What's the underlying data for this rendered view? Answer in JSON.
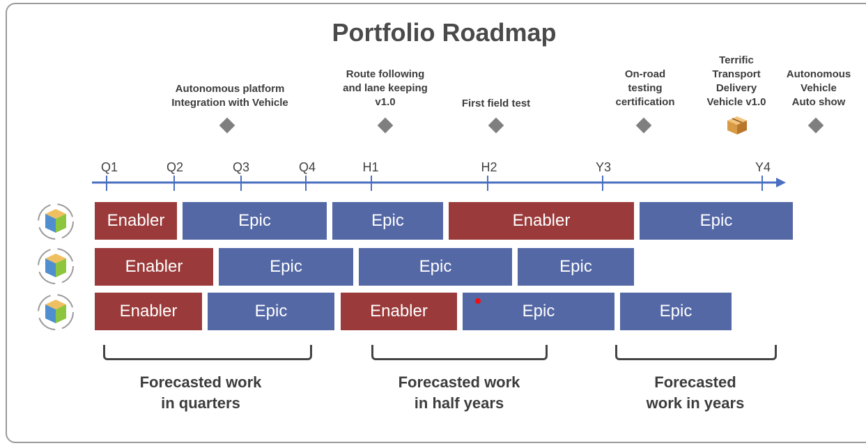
{
  "title": "Portfolio Roadmap",
  "milestones": [
    {
      "label": "Autonomous platform\nIntegration with Vehicle",
      "icon": "diamond-icon"
    },
    {
      "label": "Route following\nand lane keeping\nv1.0",
      "icon": "diamond-icon"
    },
    {
      "label": "First field test",
      "icon": "diamond-icon"
    },
    {
      "label": "On-road\ntesting\ncertification",
      "icon": "diamond-icon"
    },
    {
      "label": "Terrific\nTransport\nDelivery\nVehicle v1.0",
      "icon": "package-box-icon"
    },
    {
      "label": "Autonomous\nVehicle\nAuto show",
      "icon": "diamond-icon"
    }
  ],
  "timeline": {
    "ticks": [
      "Q1",
      "Q2",
      "Q3",
      "Q4",
      "H1",
      "H2",
      "Y3",
      "Y4"
    ]
  },
  "colors": {
    "enabler": "#9b3a3a",
    "epic": "#5468a6",
    "axis": "#4a6fc0"
  },
  "rows": [
    {
      "icon": "cube-cycle-icon",
      "items": [
        {
          "label": "Enabler",
          "type": "enabler"
        },
        {
          "label": "Epic",
          "type": "epic"
        },
        {
          "label": "Epic",
          "type": "epic"
        },
        {
          "label": "Enabler",
          "type": "enabler"
        },
        {
          "label": "Epic",
          "type": "epic"
        }
      ]
    },
    {
      "icon": "cube-cycle-icon",
      "items": [
        {
          "label": "Enabler",
          "type": "enabler"
        },
        {
          "label": "Epic",
          "type": "epic"
        },
        {
          "label": "Epic",
          "type": "epic"
        },
        {
          "label": "Epic",
          "type": "epic"
        }
      ]
    },
    {
      "icon": "cube-cycle-icon",
      "items": [
        {
          "label": "Enabler",
          "type": "enabler"
        },
        {
          "label": "Epic",
          "type": "epic"
        },
        {
          "label": "Enabler",
          "type": "enabler"
        },
        {
          "label": "Epic",
          "type": "epic"
        },
        {
          "label": "Epic",
          "type": "epic"
        }
      ]
    }
  ],
  "captions": [
    "Forecasted work\nin quarters",
    "Forecasted work\nin half years",
    "Forecasted\nwork in years"
  ]
}
